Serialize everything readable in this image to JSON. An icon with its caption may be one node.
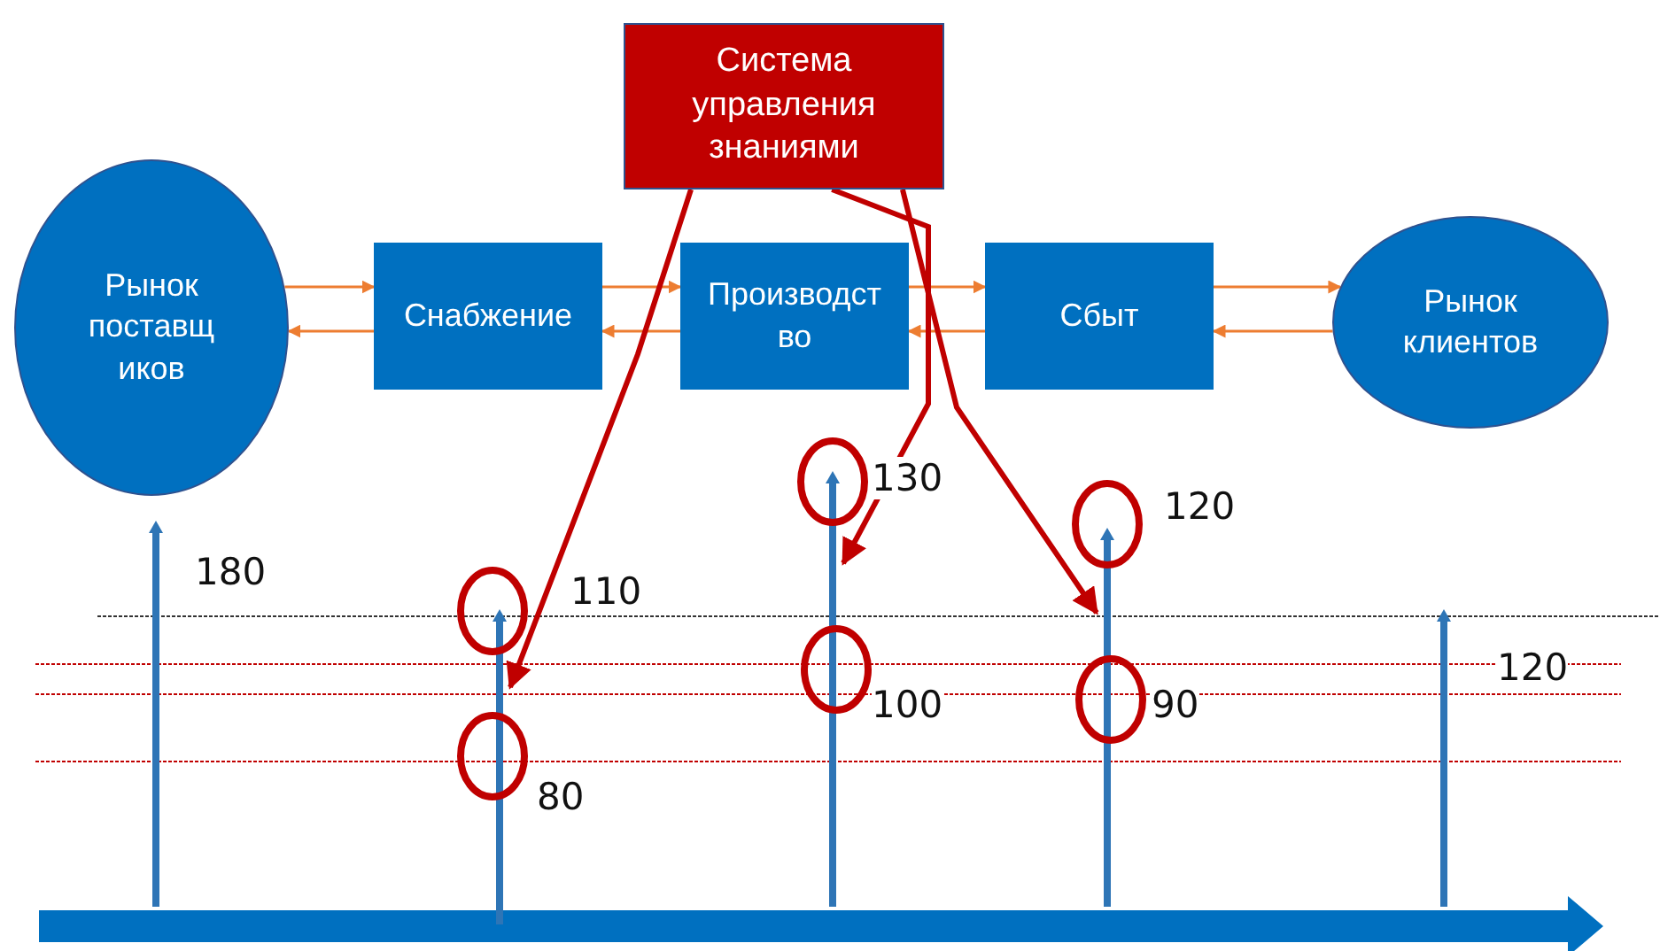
{
  "diagram": {
    "nodes": [
      {
        "text": [
          "Рынок поставщ иков"
        ]
      },
      {
        "text": [
          "Снабжение"
        ]
      },
      {
        "text": [
          "Производст во"
        ]
      },
      {
        "text": [
          "Сбыт"
        ]
      },
      {
        "text": [
          "Рынок клиентов"
        ]
      },
      {
        "text": [
          "Система управления знаниями"
        ]
      },
      {
        "text": [],
        "shape": "bar"
      },
      {
        "text": [],
        "shape": "bar"
      },
      {
        "text": [],
        "shape": "bar"
      },
      {
        "text": [],
        "shape": "bar"
      },
      {
        "text": [],
        "shape": "bar"
      }
    ],
    "edges": [
      {
        "from": 0,
        "to": 1,
        "arrow": "to"
      },
      {
        "from": 1,
        "to": 0,
        "arrow": "to"
      },
      {
        "from": 1,
        "to": 2,
        "arrow": "to"
      },
      {
        "from": 2,
        "to": 1,
        "arrow": "to"
      },
      {
        "from": 2,
        "to": 3,
        "arrow": "to"
      },
      {
        "from": 3,
        "to": 2,
        "arrow": "to"
      },
      {
        "from": 3,
        "to": 4,
        "arrow": "to"
      },
      {
        "from": 4,
        "to": 3,
        "arrow": "to"
      },
      {
        "from": 5,
        "to": 7,
        "arrow": "to",
        "style": "thick",
        "color": "#c00000"
      },
      {
        "from": 5,
        "to": 8,
        "arrow": "to",
        "style": "thick",
        "color": "#c00000"
      },
      {
        "from": 5,
        "to": 9,
        "arrow": "to",
        "style": "thick",
        "color": "#c00000"
      }
    ],
    "labels": [
      "180",
      "110",
      "80",
      "130",
      "100",
      "120",
      "90",
      "120"
    ]
  }
}
